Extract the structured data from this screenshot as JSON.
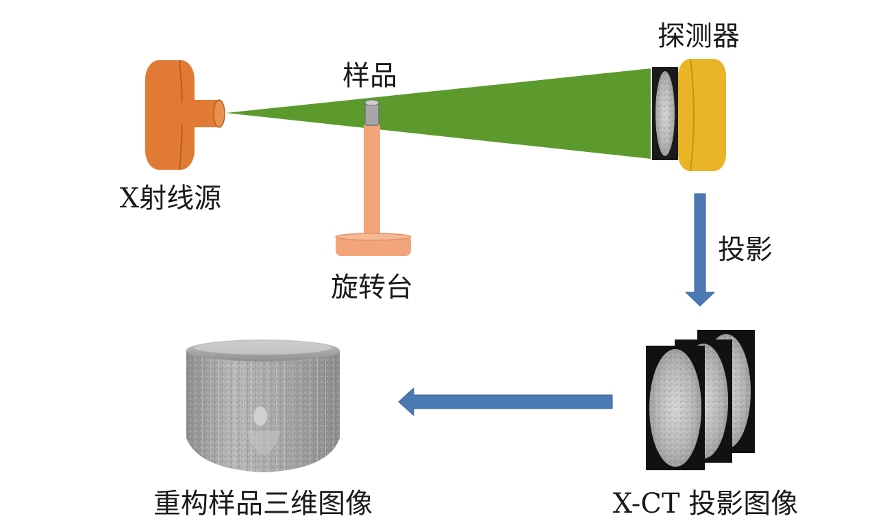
{
  "labels": {
    "source": "X射线源",
    "sample": "样品",
    "detector": "探测器",
    "stage": "旋转台",
    "projection": "投影",
    "reconstructed": "重构样品三维图像",
    "xct_images": "X-CT 投影图像"
  },
  "colors": {
    "source": "#E07A34",
    "beam": "#5C9A2E",
    "stage": "#F2A47A",
    "detector": "#E9B526",
    "arrow": "#4A79B3",
    "sample": "#A7A7A7"
  },
  "icons": {
    "ct_slices": "ct-slice-images",
    "render": "reconstructed-volume-render"
  }
}
